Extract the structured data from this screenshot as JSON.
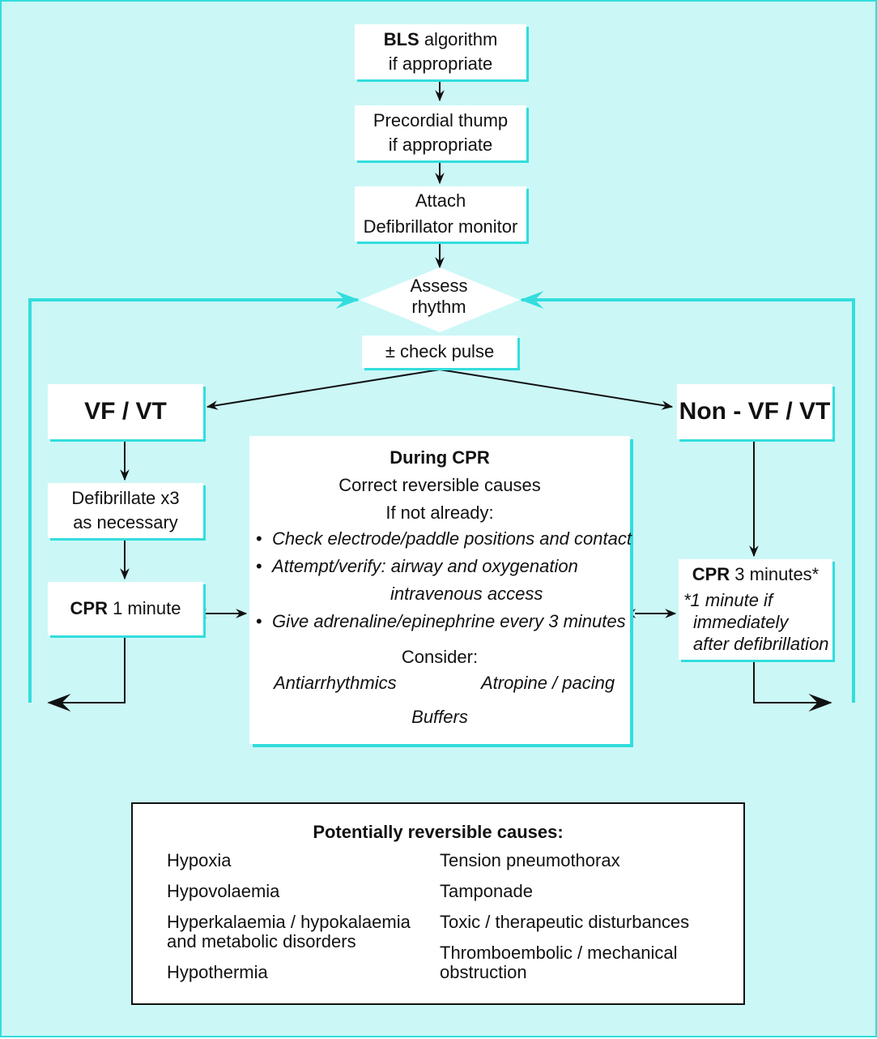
{
  "boxes": {
    "bls": {
      "bold": "BLS",
      "line1_rest": " algorithm",
      "line2": "if appropriate"
    },
    "thump": {
      "line1": "Precordial thump",
      "line2": "if appropriate"
    },
    "attach": {
      "line1": "Attach",
      "line2": "Defibrillator monitor"
    },
    "assess": {
      "line1": "Assess",
      "line2": "rhythm"
    },
    "pulse": "± check pulse",
    "vfvt": "VF / VT",
    "nonvfvt": "Non - VF / VT",
    "defib": {
      "line1": "Defibrillate x3",
      "line2": "as necessary"
    },
    "cpr1": {
      "bold": "CPR",
      "rest": " 1 minute"
    },
    "cpr3": {
      "bold": "CPR",
      "rest": " 3 minutes*",
      "note1": "*1 minute if",
      "note2": "immediately",
      "note3": "after defibrillation"
    }
  },
  "during_cpr": {
    "title": "During CPR",
    "line1": "Correct reversible causes",
    "line2": "If not already:",
    "bullets": [
      "Check electrode/paddle positions and contact",
      "Attempt/verify: airway and oxygenation",
      "Give adrenaline/epinephrine every 3 minutes"
    ],
    "bullet2_cont": "intravenous access",
    "bullet_glyph": "•",
    "consider": "Consider:",
    "options": [
      "Antiarrhythmics",
      "Atropine / pacing",
      "Buffers"
    ]
  },
  "causes": {
    "title": "Potentially reversible causes:",
    "left": [
      {
        "line1": "Hypoxia",
        "line2": ""
      },
      {
        "line1": "Hypovolaemia",
        "line2": ""
      },
      {
        "line1": "Hyperkalaemia / hypokalaemia",
        "line2": "and metabolic disorders"
      },
      {
        "line1": "Hypothermia",
        "line2": ""
      }
    ],
    "right": [
      {
        "line1": "Tension pneumothorax",
        "line2": ""
      },
      {
        "line1": "Tamponade",
        "line2": ""
      },
      {
        "line1": "Toxic / therapeutic disturbances",
        "line2": ""
      },
      {
        "line1": "Thromboembolic / mechanical",
        "line2": "obstruction"
      }
    ]
  },
  "colors": {
    "background": "#ccf7f7",
    "accent": "#33dddd",
    "ink": "#111111"
  }
}
